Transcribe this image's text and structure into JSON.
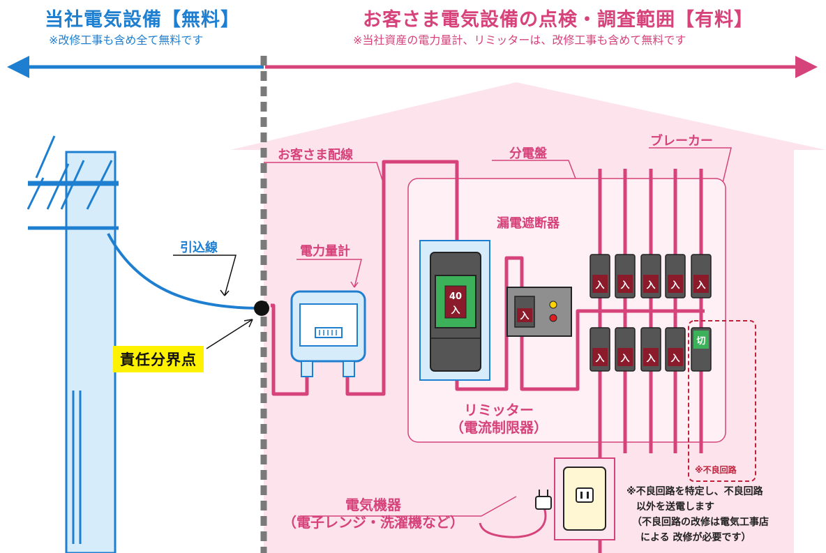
{
  "header": {
    "left_title": "当社電気設備【無料】",
    "left_subtitle": "※改修工事も含め全て無料です",
    "right_title": "お客さま電気設備の点検・調査範囲【有料】",
    "right_subtitle": "※当社資産の電力量計、リミッターは、改修工事も含めて無料です"
  },
  "labels": {
    "service_drop": "引込線",
    "boundary_point": "責任分界点",
    "customer_wiring": "お客さま配線",
    "meter": "電力量計",
    "distribution_board": "分電盤",
    "leakage_breaker": "漏電遮断器",
    "breaker": "ブレーカー",
    "limiter_line1": "リミッター",
    "limiter_line2": "（電流制限器）",
    "appliance_line1": "電気機器",
    "appliance_line2": "（電子レンジ・洗濯機など）",
    "faulty_circuit": "※不良回路"
  },
  "device_text": {
    "limiter_amp": "40",
    "on": "入",
    "off": "切"
  },
  "note": {
    "line1": "※不良回路を特定し、不良回路",
    "line2": "以外を送電します",
    "line3": "（不良回路の改修は電気工事店",
    "line4": "による 改修が必要です）"
  },
  "colors": {
    "company_blue": "#1e7fd0",
    "customer_pink": "#d6427a",
    "house_fill": "#fde3ec",
    "breaker_red": "#8b1a2b",
    "off_green": "#3db15a"
  }
}
